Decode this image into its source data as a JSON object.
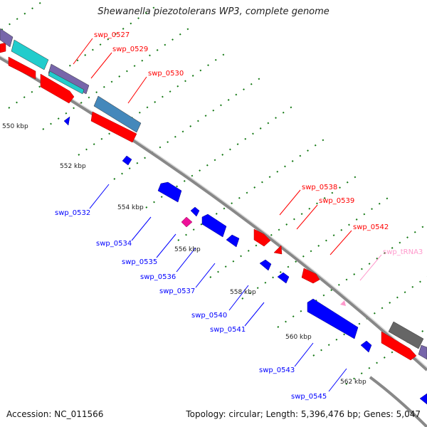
{
  "title": "Shewanella piezotolerans WP3, complete genome",
  "footer": {
    "accession": "Accession: NC_011566",
    "info": "Topology: circular; Length: 5,396,476 bp; Genes: 5,047"
  },
  "colors": {
    "forward": "#ff0000",
    "reverse": "#0000ff",
    "trna": "#ff99cc",
    "magenta": "#ee1199",
    "backbone": "#888888",
    "ticks": "#117711"
  },
  "scale_ticks": [
    {
      "label": "550 kbp"
    },
    {
      "label": "552 kbp"
    },
    {
      "label": "554 kbp"
    },
    {
      "label": "556 kbp"
    },
    {
      "label": "558 kbp"
    },
    {
      "label": "560 kbp"
    },
    {
      "label": "562 kbp"
    }
  ],
  "gene_labels": [
    {
      "label": "swp_0527",
      "strand": "forward"
    },
    {
      "label": "swp_0529",
      "strand": "forward"
    },
    {
      "label": "swp_0530",
      "strand": "forward"
    },
    {
      "label": "swp_0538",
      "strand": "forward"
    },
    {
      "label": "swp_0539",
      "strand": "forward"
    },
    {
      "label": "swp_0542",
      "strand": "forward"
    },
    {
      "label": "swp_tRNA3",
      "strand": "trna"
    },
    {
      "label": "swp_0532",
      "strand": "reverse"
    },
    {
      "label": "swp_0534",
      "strand": "reverse"
    },
    {
      "label": "swp_0535",
      "strand": "reverse"
    },
    {
      "label": "swp_0536",
      "strand": "reverse"
    },
    {
      "label": "swp_0537",
      "strand": "reverse"
    },
    {
      "label": "swp_0540",
      "strand": "reverse"
    },
    {
      "label": "swp_0541",
      "strand": "reverse"
    },
    {
      "label": "swp_0543",
      "strand": "reverse"
    },
    {
      "label": "swp_0545",
      "strand": "reverse"
    }
  ]
}
